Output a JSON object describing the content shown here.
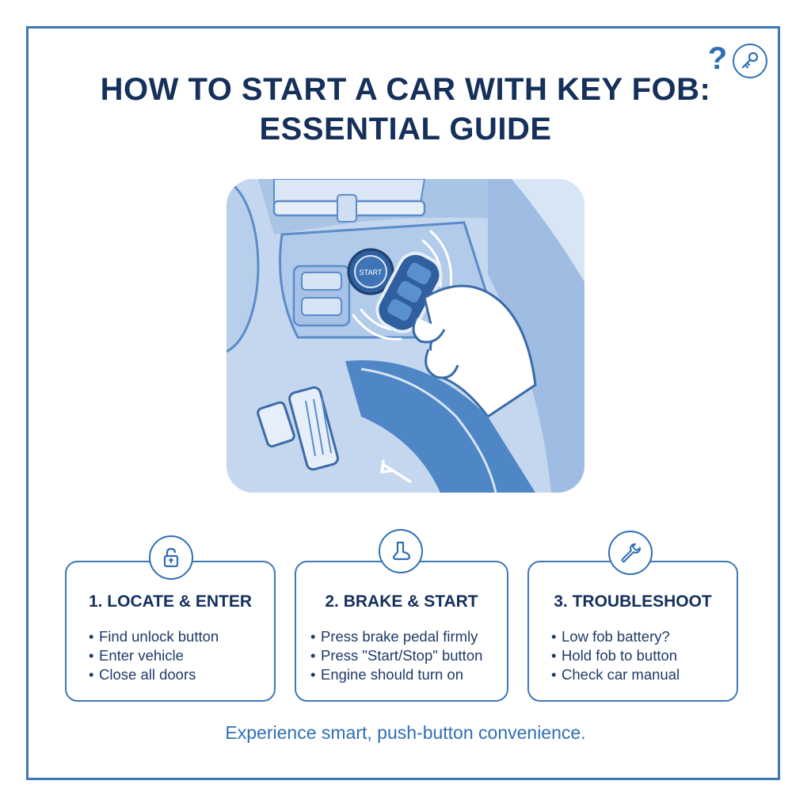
{
  "header": {
    "title_line1": "HOW TO START A CAR WITH KEY FOB:",
    "title_line2": "ESSENTIAL GUIDE",
    "help_glyph": "?"
  },
  "icons": {
    "help": "question-mark-icon",
    "badge": "key-icon",
    "step1": "unlock-padlock-icon",
    "step2": "foot-icon",
    "step3": "wrench-icon"
  },
  "illustration": {
    "subject": "hand-holding-key-fob-near-start-button",
    "start_button_text": "START"
  },
  "steps": [
    {
      "title": "1. LOCATE & ENTER",
      "items": [
        "Find unlock button",
        "Enter vehicle",
        "Close all doors"
      ]
    },
    {
      "title": "2. BRAKE & START",
      "items": [
        "Press brake pedal firmly",
        "Press \"Start/Stop\" button",
        "Engine should turn on"
      ]
    },
    {
      "title": "3. TROUBLESHOOT",
      "items": [
        "Low fob battery?",
        "Hold fob to button",
        "Check car manual"
      ]
    }
  ],
  "footer": {
    "tagline": "Experience smart, push-button convenience."
  },
  "colors": {
    "border": "#3f78b8",
    "title": "#14305b",
    "accent": "#2f6fb6",
    "illustration_light": "#c9daf0",
    "illustration_dark": "#4f86c6"
  }
}
